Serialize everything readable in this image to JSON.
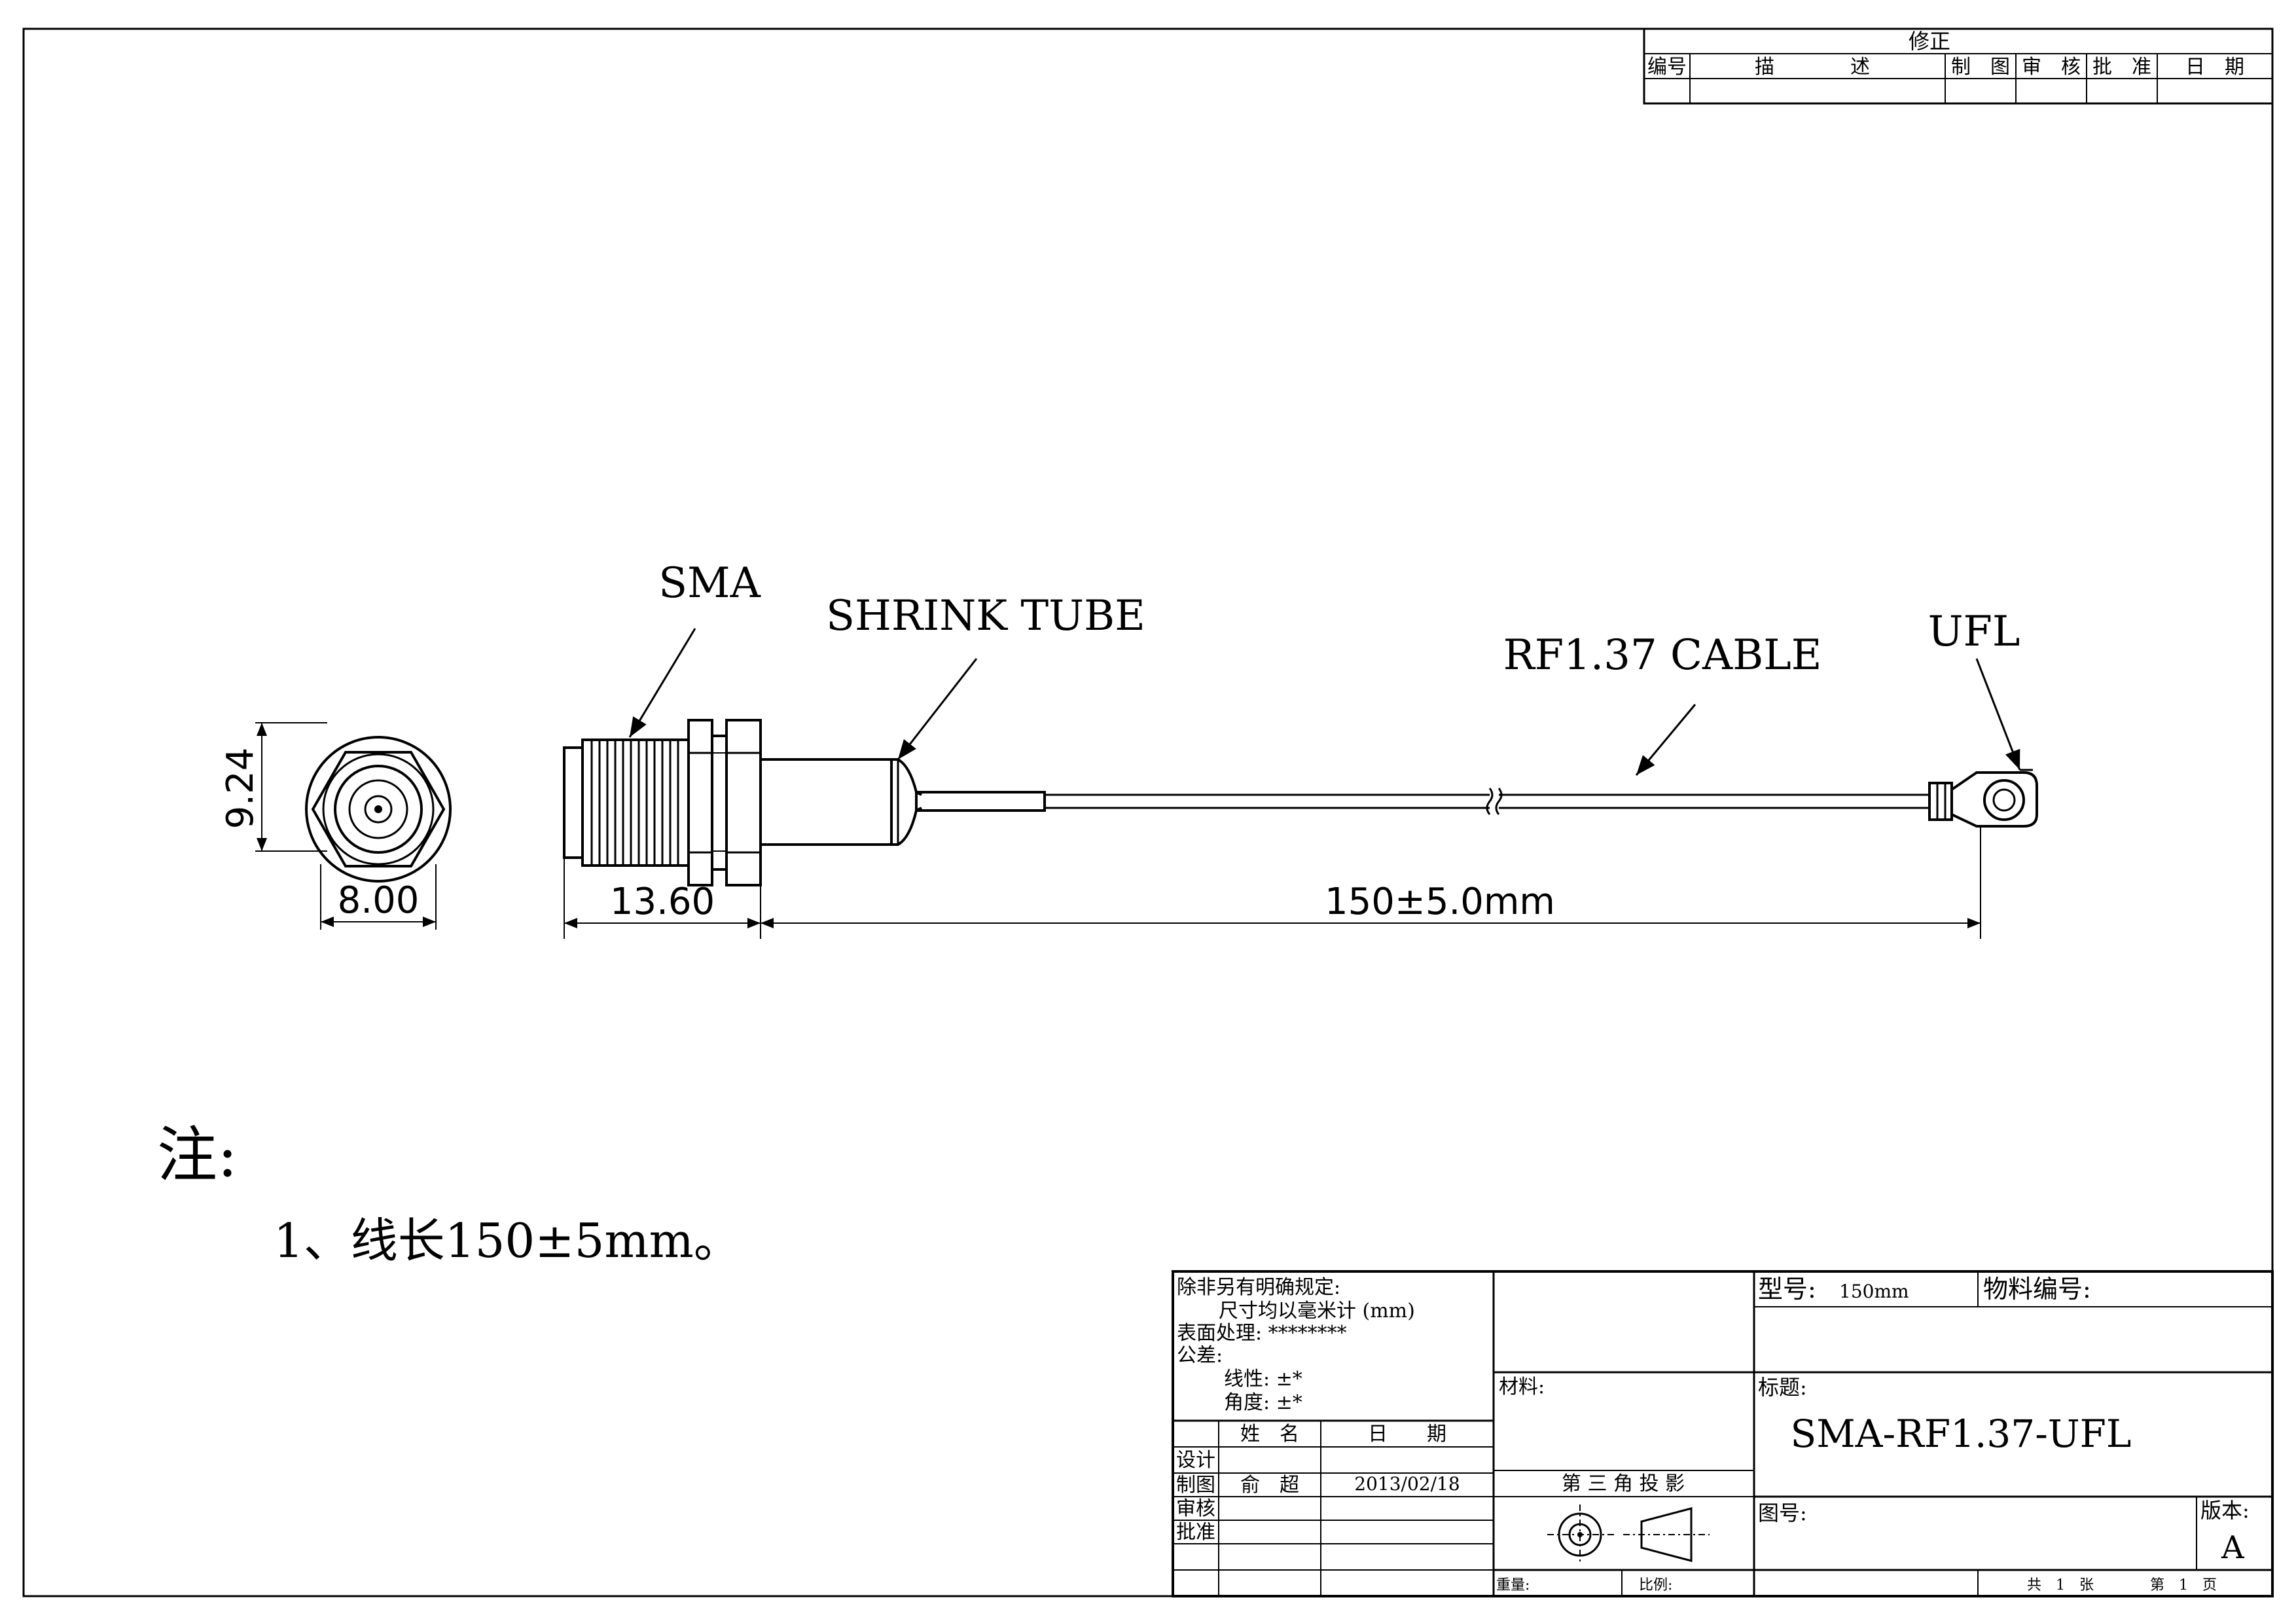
{
  "revision_table": {
    "title": "修正",
    "col_no": "编号",
    "col_desc_a": "描",
    "col_desc_b": "述",
    "col_drawn": "制　图",
    "col_review": "审　核",
    "col_approve": "批　准",
    "col_date": "日　期"
  },
  "drawing": {
    "label_sma": "SMA",
    "label_shrink_tube": "SHRINK TUBE",
    "label_cable": "RF1.37 CABLE",
    "label_ufl": "UFL",
    "dim_height": "9.24",
    "dim_width": "8.00",
    "dim_sma_length": "13.60",
    "dim_cable_length": "150±5.0mm"
  },
  "notes": {
    "heading": "注:",
    "item_1": "1、线长150±5mm。"
  },
  "title_block": {
    "spec_line1": "除非另有明确规定:",
    "spec_line2": "尺寸均以毫米计 (mm)",
    "spec_line3": "表面处理: ********",
    "spec_line4": "公差:",
    "spec_line5": "线性: ±*",
    "spec_line6": "角度: ±*",
    "col_name": "姓　名",
    "col_date": "日　　期",
    "row_design": "设计",
    "row_drawn": "制图",
    "row_review": "审核",
    "row_approve": "批准",
    "drawn_name": "俞　超",
    "drawn_date": "2013/02/18",
    "material_label": "材料:",
    "projection_label": "第 三 角 投 影",
    "weight_label": "重量:",
    "scale_label": "比例:",
    "model_label": "型号:",
    "model_value": "150mm",
    "part_no_label": "物料编号:",
    "title_label": "标题:",
    "title_value": "SMA-RF1.37-UFL",
    "drawing_no_label": "图号:",
    "version_label": "版本:",
    "version_value": "A",
    "sheet_total": "共　1　张",
    "sheet_no": "第　1　页"
  }
}
